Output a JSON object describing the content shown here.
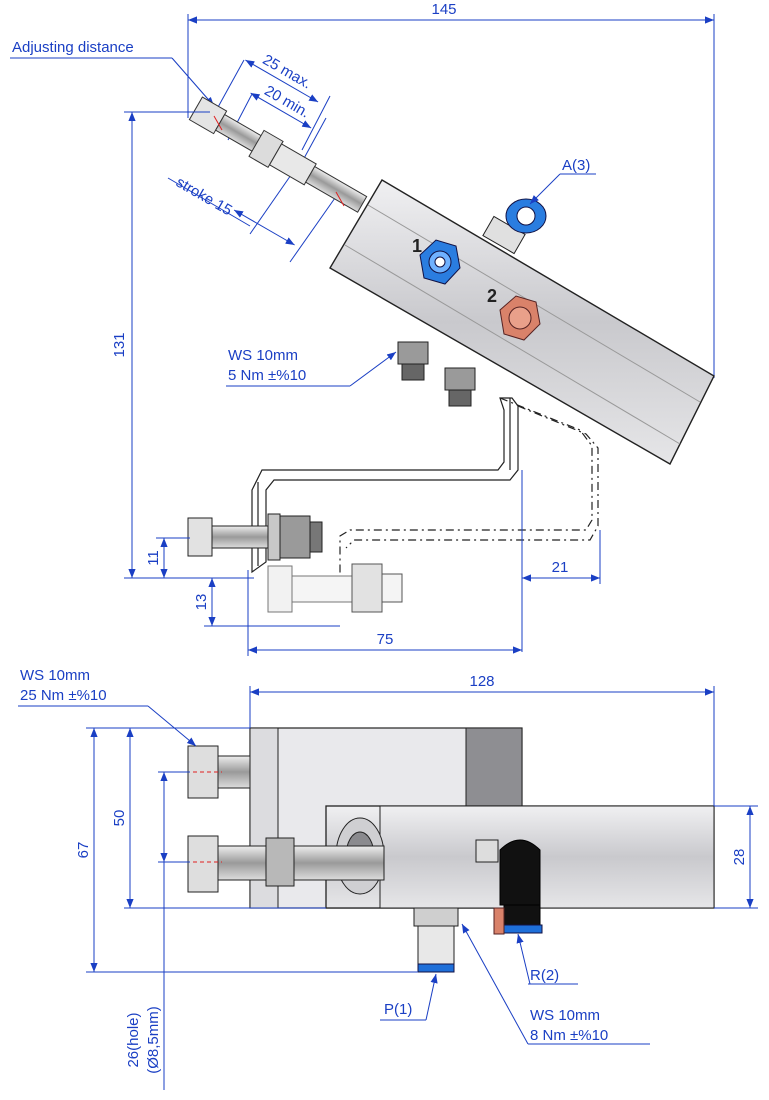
{
  "top_view": {
    "dim_145": "145",
    "adjusting_distance": "Adjusting distance",
    "dim_25_max": "25 max.",
    "dim_20_min": "20 min.",
    "stroke": "stroke 15",
    "port_a": "A(3)",
    "port_1": "1",
    "port_2": "2",
    "dim_131": "131",
    "ws_line1": "WS 10mm",
    "ws_line2": "5 Nm ±%10",
    "dim_11": "11",
    "dim_13": "13",
    "dim_21": "21",
    "dim_75": "75"
  },
  "bottom_view": {
    "ws_line1": "WS 10mm",
    "ws_line2": "25 Nm ±%10",
    "dim_128": "128",
    "dim_67": "67",
    "dim_50": "50",
    "dim_28": "28",
    "port_r": "R(2)",
    "port_p": "P(1)",
    "ws2_line1": "WS 10mm",
    "ws2_line2": "8 Nm ±%10",
    "hole_line1": "26(hole)",
    "hole_line2": "(Ø8,5mm)"
  },
  "colors": {
    "dimension": "#1a3fc4",
    "port_blue": "#1e6fd9",
    "port_copper": "#d9826a",
    "body_grey": "#d3d3d6"
  }
}
